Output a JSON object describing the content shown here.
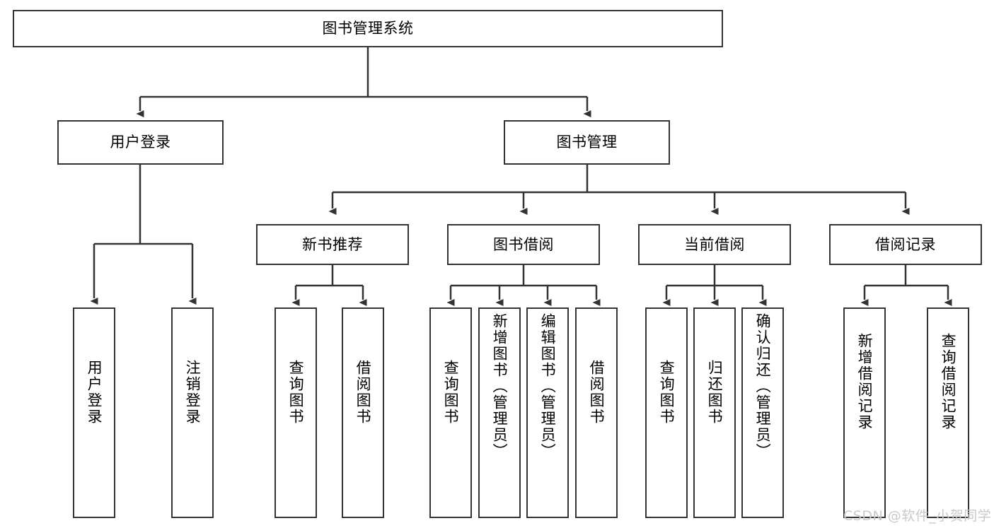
{
  "diagram": {
    "title": "图书管理系统",
    "type": "tree-hierarchy-chart",
    "theme": {
      "stroke": "#333333",
      "fill": "#ffffff",
      "text": "#000000",
      "watermark": "#c9c9c9"
    },
    "levels": {
      "level1": [
        "图书管理系统"
      ],
      "level2": [
        "用户登录",
        "图书管理"
      ],
      "level3": [
        "新书推荐",
        "图书借阅",
        "当前借阅",
        "借阅记录"
      ],
      "level4": [
        "用户登录",
        "注销登录",
        "查询图书",
        "借阅图书",
        "查询图书",
        "新增图书（管理员）",
        "编辑图书（管理员）",
        "借阅图书",
        "查询图书",
        "归还图书",
        "确认归还（管理员）",
        "新增借阅记录",
        "查询借阅记录"
      ]
    },
    "nodes": {
      "root": {
        "label": "图书管理系统"
      },
      "user_login": {
        "label": "用户登录"
      },
      "book_manage": {
        "label": "图书管理"
      },
      "new_book_rec": {
        "label": "新书推荐"
      },
      "book_borrow": {
        "label": "图书借阅"
      },
      "current_borrow": {
        "label": "当前借阅"
      },
      "borrow_record": {
        "label": "借阅记录"
      },
      "leaf_user_login": {
        "label": "用户登录"
      },
      "leaf_logout": {
        "label": "注销登录"
      },
      "leaf_query_book_1": {
        "label": "查询图书"
      },
      "leaf_borrow_book_1": {
        "label": "借阅图书"
      },
      "leaf_query_book_2": {
        "label": "查询图书"
      },
      "leaf_add_book": {
        "label": "新增图书（管理员）"
      },
      "leaf_edit_book": {
        "label": "编辑图书（管理员）"
      },
      "leaf_borrow_book_2": {
        "label": "借阅图书"
      },
      "leaf_query_book_3": {
        "label": "查询图书"
      },
      "leaf_return_book": {
        "label": "归还图书"
      },
      "leaf_confirm_return": {
        "label": "确认归还（管理员）"
      },
      "leaf_add_record": {
        "label": "新增借阅记录"
      },
      "leaf_query_record": {
        "label": "查询借阅记录"
      }
    },
    "edges": [
      {
        "from": "root",
        "to": "user_login"
      },
      {
        "from": "root",
        "to": "book_manage"
      },
      {
        "from": "user_login",
        "to": "leaf_user_login"
      },
      {
        "from": "user_login",
        "to": "leaf_logout"
      },
      {
        "from": "book_manage",
        "to": "new_book_rec"
      },
      {
        "from": "book_manage",
        "to": "book_borrow"
      },
      {
        "from": "book_manage",
        "to": "current_borrow"
      },
      {
        "from": "book_manage",
        "to": "borrow_record"
      },
      {
        "from": "new_book_rec",
        "to": "leaf_query_book_1"
      },
      {
        "from": "new_book_rec",
        "to": "leaf_borrow_book_1"
      },
      {
        "from": "book_borrow",
        "to": "leaf_query_book_2"
      },
      {
        "from": "book_borrow",
        "to": "leaf_add_book"
      },
      {
        "from": "book_borrow",
        "to": "leaf_edit_book"
      },
      {
        "from": "book_borrow",
        "to": "leaf_borrow_book_2"
      },
      {
        "from": "current_borrow",
        "to": "leaf_query_book_3"
      },
      {
        "from": "current_borrow",
        "to": "leaf_return_book"
      },
      {
        "from": "current_borrow",
        "to": "leaf_confirm_return"
      },
      {
        "from": "borrow_record",
        "to": "leaf_add_record"
      },
      {
        "from": "borrow_record",
        "to": "leaf_query_record"
      }
    ]
  },
  "watermark": {
    "text": "CSDN @软件_小贺同学"
  }
}
